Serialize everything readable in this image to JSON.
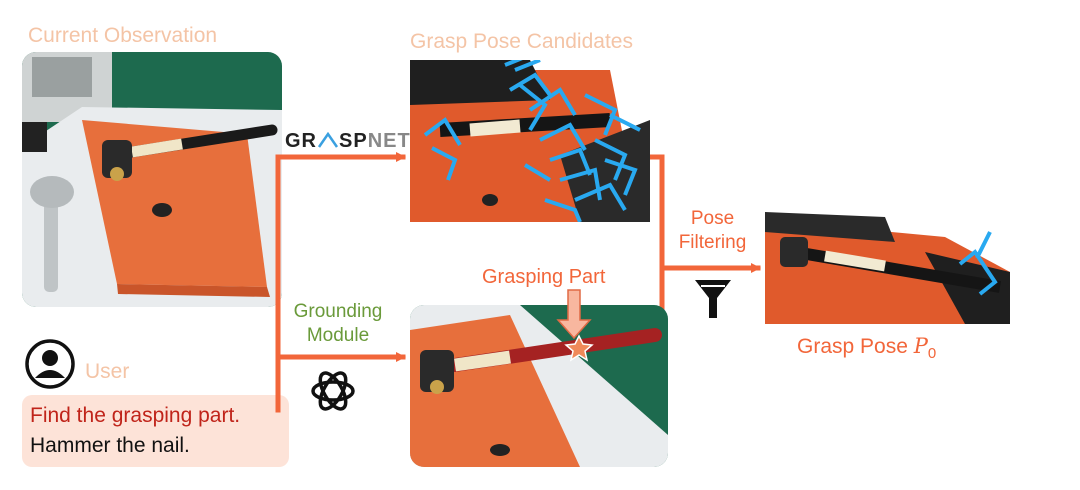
{
  "titles": {
    "current_observation": "Current Observation",
    "grasp_pose_candidates": "Grasp Pose Candidates",
    "grasping_part": "Grasping Part",
    "user": "User"
  },
  "labels": {
    "grounding_line1": "Grounding",
    "grounding_line2": "Module",
    "pose_line1": "Pose",
    "pose_line2": "Filtering",
    "grasp_pose_prefix": "Grasp Pose ",
    "grasp_pose_symbol": "P",
    "grasp_pose_subscript": "0"
  },
  "logo": {
    "part1": "GR",
    "part2": "SP",
    "part3": "NET"
  },
  "instruction": {
    "line1": "Find the grasping part.",
    "line2": "Hammer the nail."
  },
  "colors": {
    "arrow": "#f2663a",
    "title_peach": "#f4c4a6",
    "grounding_green": "#6a9a3a",
    "grasp_blue": "#29a9f0",
    "instruction_red": "#c0241a",
    "instruction_bg": "#fde3d8"
  },
  "icons": [
    "user-icon",
    "openai-logo-icon",
    "funnel-icon",
    "star-icon"
  ]
}
